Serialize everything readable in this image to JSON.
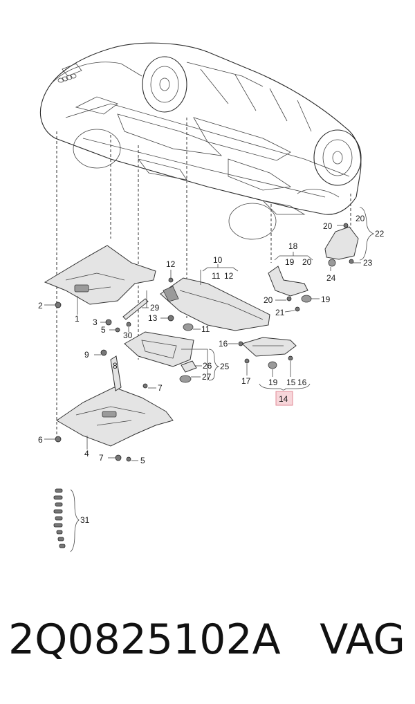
{
  "callouts": {
    "c1": "1",
    "c2": "2",
    "c3": "3",
    "c4": "4",
    "c5a": "5",
    "c5b": "5",
    "c6": "6",
    "c7a": "7",
    "c7b": "7",
    "c8": "8",
    "c9": "9",
    "c10": "10",
    "c11a": "11",
    "c11b": "11",
    "c12a": "12",
    "c12b": "12",
    "c13": "13",
    "c14": "14",
    "c15": "15",
    "c16a": "16",
    "c16b": "16",
    "c17": "17",
    "c18": "18",
    "c19a": "19",
    "c19b": "19",
    "c19c": "19",
    "c20a": "20",
    "c20b": "20",
    "c20c": "20",
    "c21": "21",
    "c22": "22",
    "c23": "23",
    "c24": "24",
    "c25": "25",
    "c26": "26",
    "c27": "27",
    "c29": "29",
    "c30": "30",
    "c31": "31"
  },
  "highlight_color": "#f7d6da",
  "footer": {
    "part_number": "2Q0825102A",
    "brand": "VAG"
  }
}
